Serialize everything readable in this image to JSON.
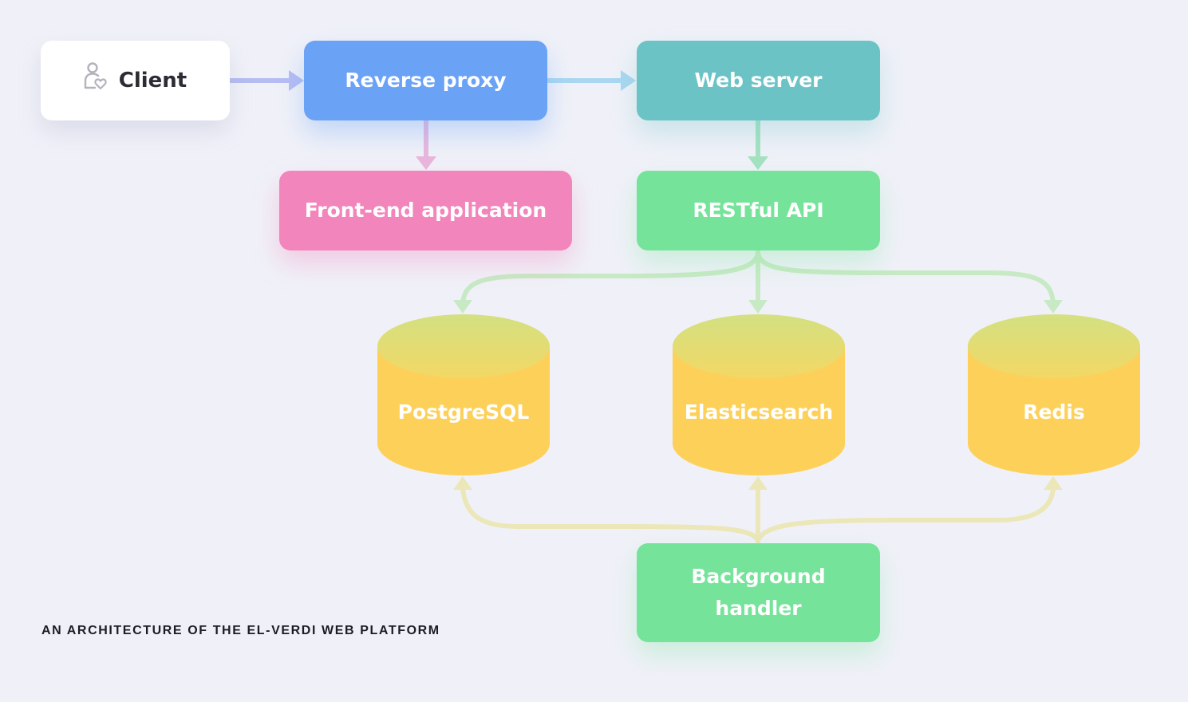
{
  "nodes": {
    "client": {
      "label": "Client",
      "icon": "user-heart-icon"
    },
    "reverse_proxy": {
      "label": "Reverse proxy"
    },
    "web_server": {
      "label": "Web server"
    },
    "frontend_app": {
      "label": "Front-end application"
    },
    "restful_api": {
      "label": "RESTful API"
    },
    "background_handler": {
      "label": "Background handler"
    }
  },
  "databases": {
    "postgresql": {
      "label": "PostgreSQL"
    },
    "elasticsearch": {
      "label": "Elasticsearch"
    },
    "redis": {
      "label": "Redis"
    }
  },
  "caption": "AN ARCHITECTURE OF THE EL-VERDI WEB PLATFORM",
  "colors": {
    "background": "#f0f1f8",
    "client": "#ffffff",
    "reverse_proxy": "#6aa2f6",
    "web_server": "#6cc3c6",
    "frontend_app": "#f285bb",
    "api_and_handler": "#76e39a",
    "database_body": "#fdd05a",
    "database_top": "#d3e082"
  }
}
